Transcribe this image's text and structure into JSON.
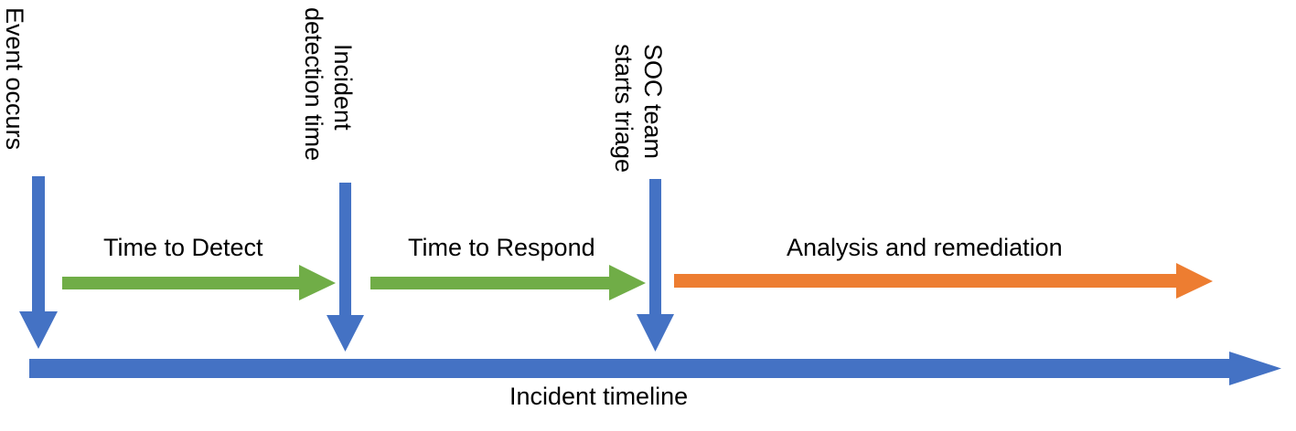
{
  "diagram": {
    "title": "Incident timeline",
    "colors": {
      "blue": "#4472C4",
      "green": "#70AD47",
      "orange": "#ED7D31",
      "text": "#000000",
      "background": "#FFFFFF"
    },
    "markers": [
      {
        "id": "event-occurs",
        "line1": "Event occurs",
        "line2": ""
      },
      {
        "id": "incident-detection-time",
        "line1": "Incident",
        "line2": "detection time"
      },
      {
        "id": "soc-team-starts-triage",
        "line1": "SOC team",
        "line2": "starts triage"
      }
    ],
    "phases": [
      {
        "id": "time-to-detect",
        "label": "Time to Detect",
        "color": "#70AD47"
      },
      {
        "id": "time-to-respond",
        "label": "Time to Respond",
        "color": "#70AD47"
      },
      {
        "id": "analysis-and-remediation",
        "label": "Analysis and remediation",
        "color": "#ED7D31"
      }
    ],
    "axis": {
      "caption": "Incident timeline",
      "color": "#4472C4"
    }
  }
}
